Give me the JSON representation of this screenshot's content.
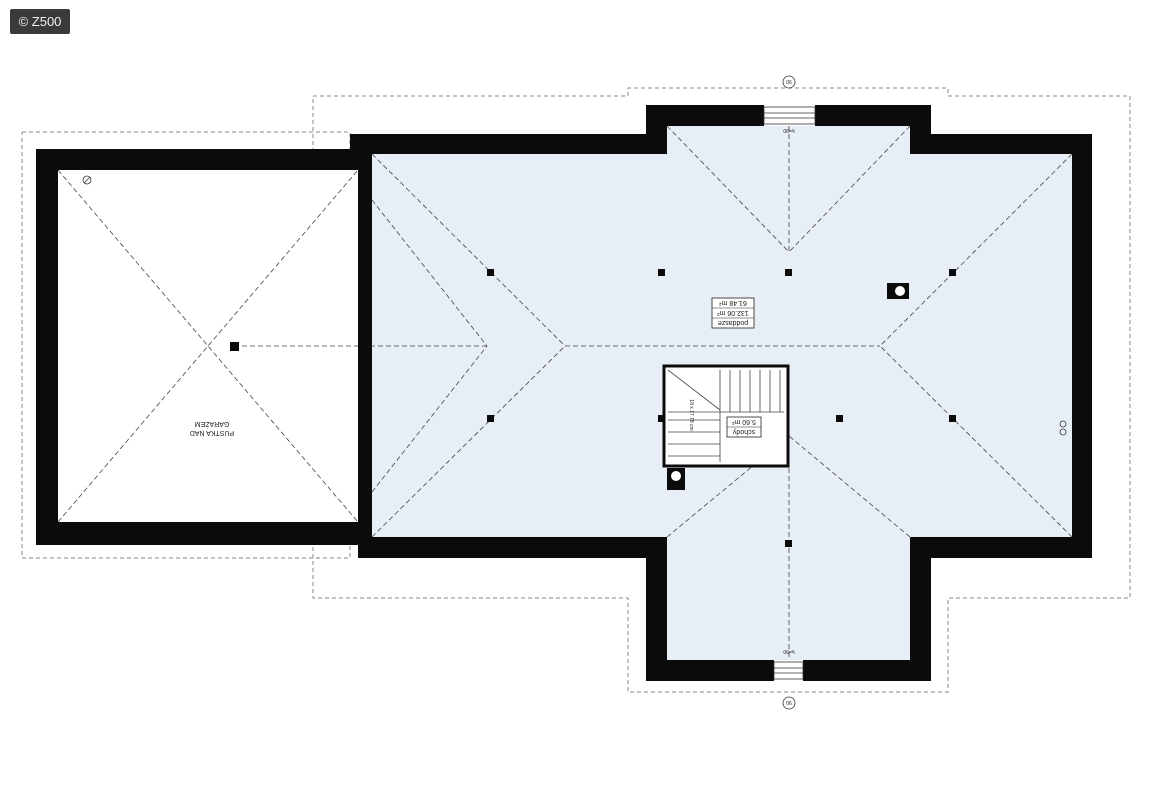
{
  "watermark": {
    "text": "© Z500"
  },
  "rooms": {
    "attic": {
      "name": "poddasze",
      "area_1": "132.06 m²",
      "area_2": "61.48 m²"
    },
    "garage_void": {
      "line_1": "PUSTKA NAD",
      "line_2": "GARAŻEM"
    },
    "stairs": {
      "name": "schody",
      "area": "5.60 m²",
      "treads": "18 x 17.78 cm"
    }
  },
  "window_sill_label": "h=90",
  "wall_tag": "06",
  "colors": {
    "wall": "#0b0b0b",
    "floor": "#e8eef5",
    "line": "#444444"
  }
}
